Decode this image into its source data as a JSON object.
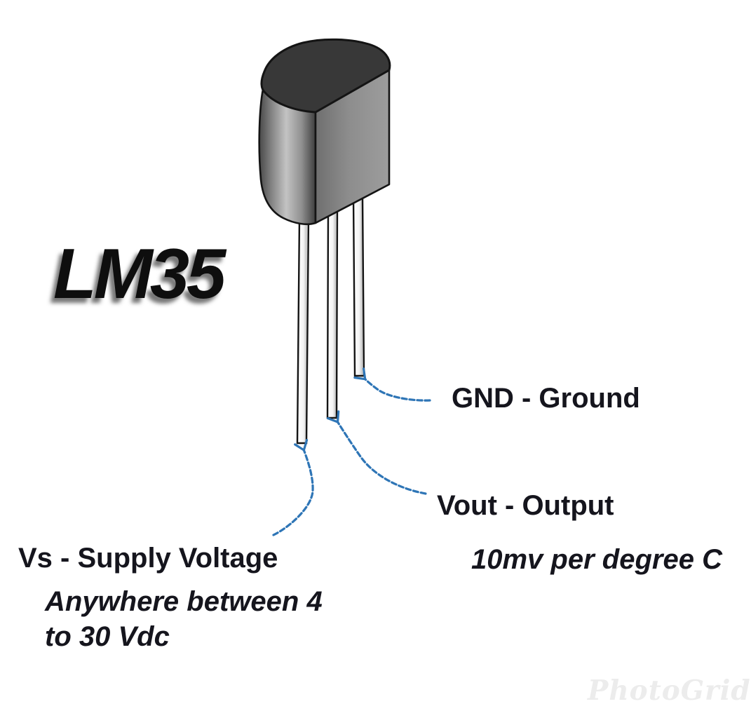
{
  "title": "LM35",
  "labels": {
    "gnd": "GND - Ground",
    "vout": "Vout - Output",
    "vs": "Vs - Supply Voltage"
  },
  "notes": {
    "vout": "10mv per degree C",
    "vs_line1": "Anywhere between 4",
    "vs_line2": "to 30 Vdc"
  },
  "watermark": "PhotoGrid",
  "colors": {
    "arrow_blue": "#2e75b6",
    "text_dark": "#15151d",
    "package_top": "#383838",
    "package_front_light": "#9a9a9a",
    "package_front_dark": "#717171",
    "pin_fill": "#f2f2f2",
    "outline_black": "#141414",
    "watermark_gray": "#ececec",
    "background": "#ffffff"
  }
}
